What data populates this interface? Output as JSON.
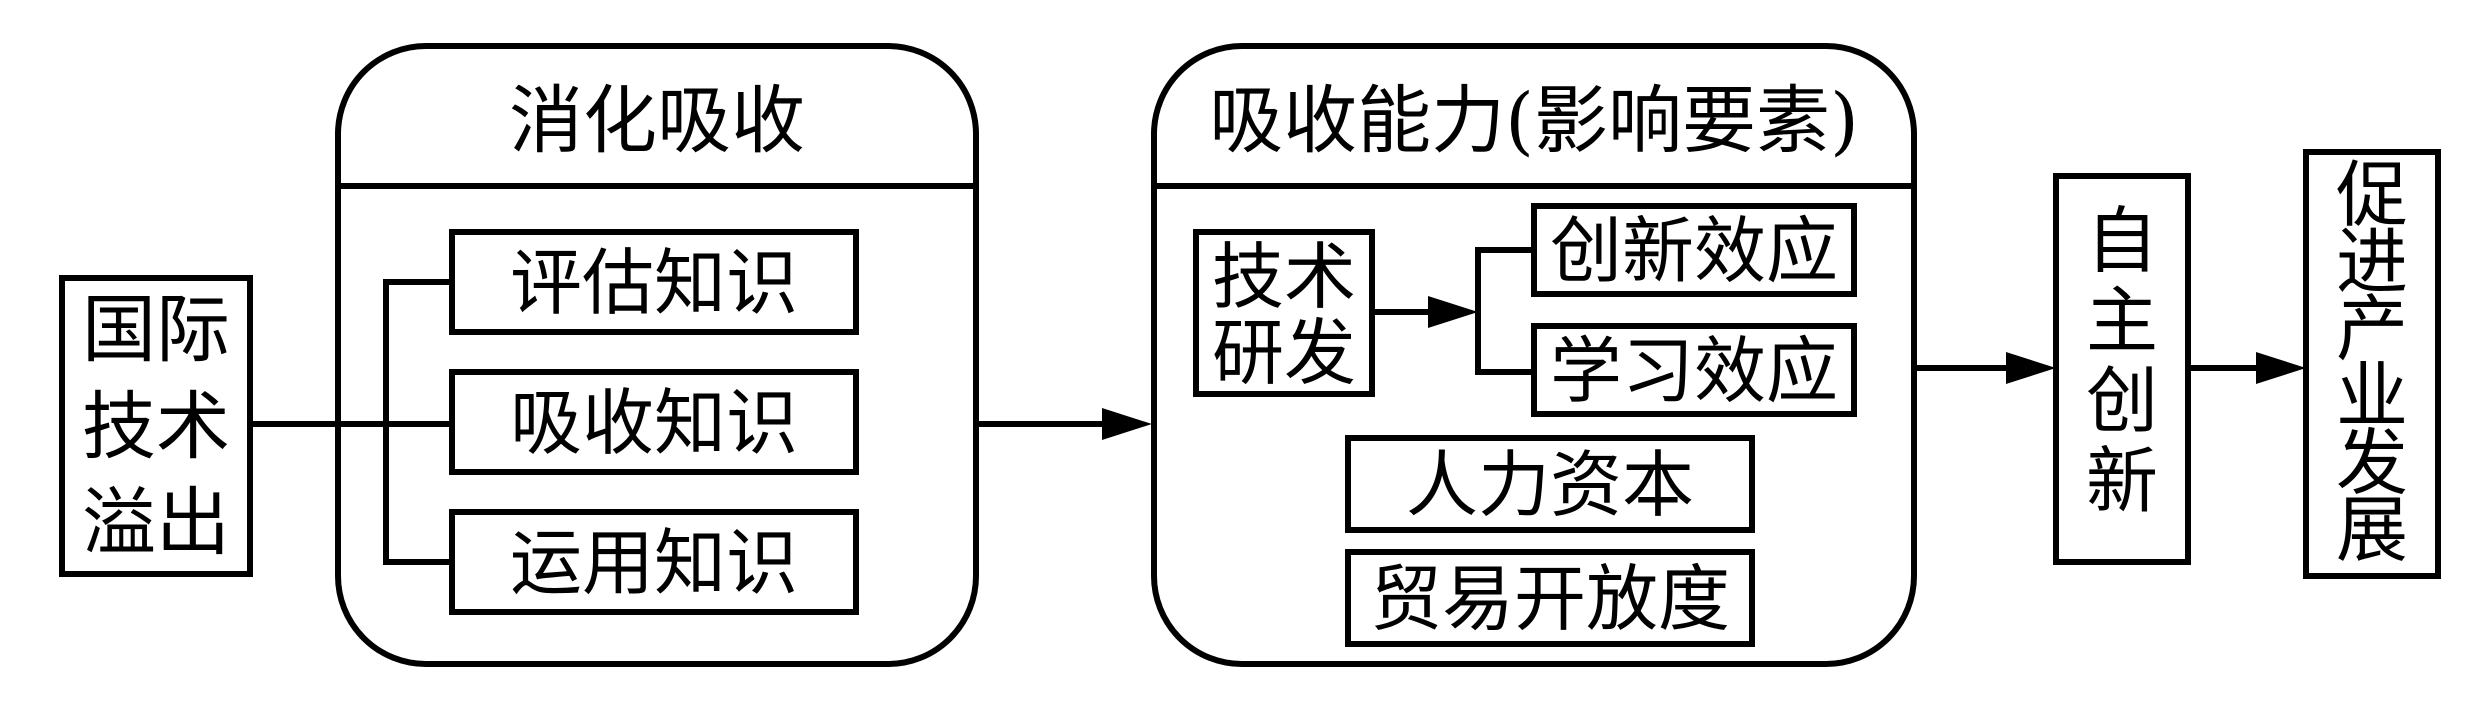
{
  "source": {
    "line1": "国际",
    "line2": "技术",
    "line3": "溢出"
  },
  "digest_group": {
    "title": "消化吸收",
    "items": [
      "评估知识",
      "吸收知识",
      "运用知识"
    ]
  },
  "capacity_group": {
    "title": "吸收能力(影响要素)",
    "rd": {
      "line1": "技术",
      "line2": "研发"
    },
    "effects": [
      "创新效应",
      "学习效应"
    ],
    "factors": [
      "人力资本",
      "贸易开放度"
    ]
  },
  "innovation": {
    "chars": [
      "自",
      "主",
      "创",
      "新"
    ]
  },
  "outcome": {
    "chars": [
      "促",
      "进",
      "产",
      "业",
      "发",
      "展"
    ]
  }
}
